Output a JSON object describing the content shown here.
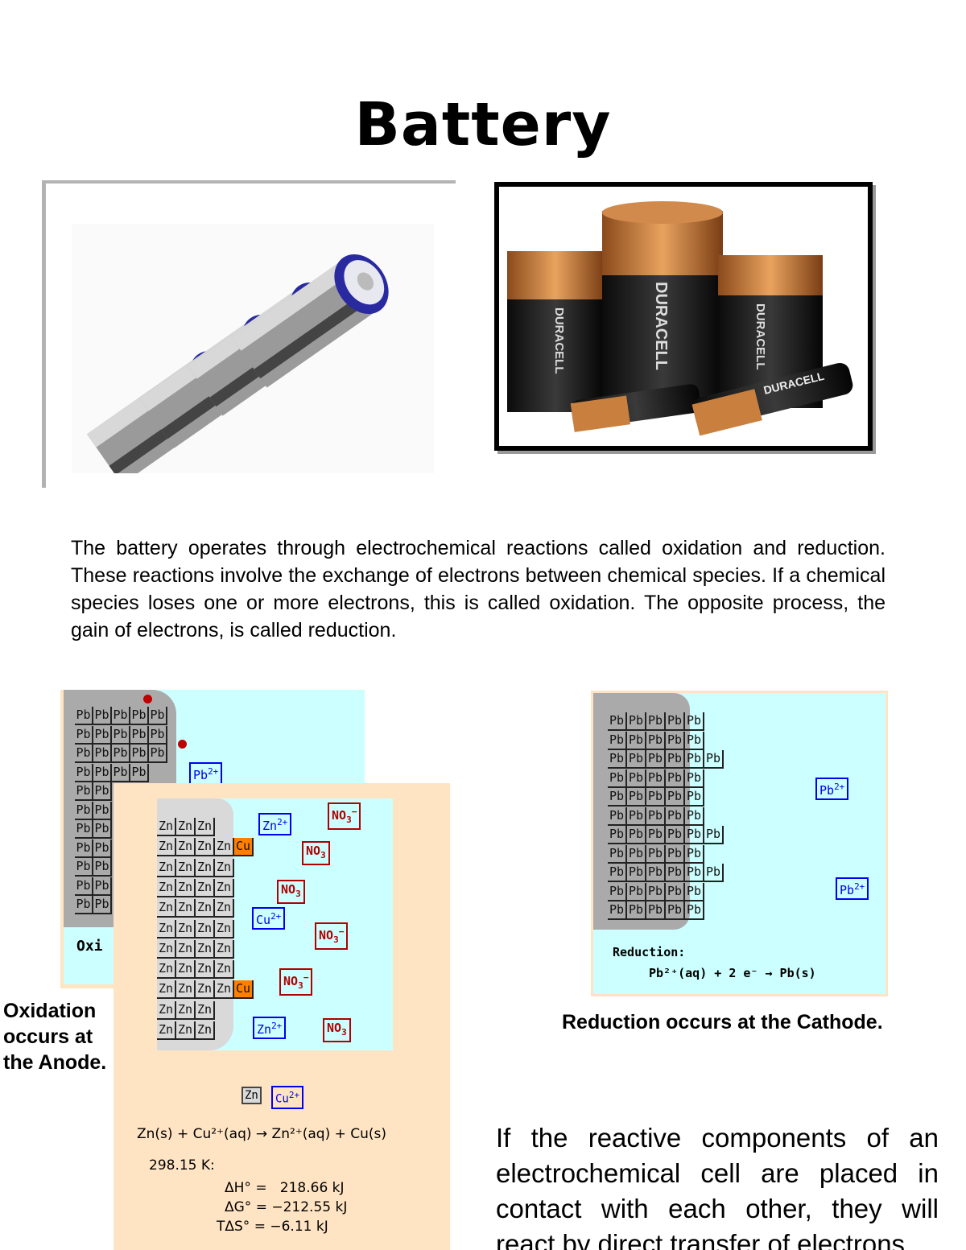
{
  "title": "Battery",
  "paragraph": "The battery operates through electrochemical reactions called oxidation and reduction. These reactions involve the exchange of electrons between chemical species. If a chemical species loses one or more electrons, this is called oxidation. The opposite process, the gain of electrons, is called reduction.",
  "photos": {
    "left": "aa-batteries-photo",
    "right": {
      "brand": "DURACELL"
    }
  },
  "oxidation_diagram": {
    "back_label": "Oxi",
    "pb_ion": {
      "base": "Pb",
      "charge": "2+"
    },
    "zn_ion_top": {
      "base": "Zn",
      "charge": "2+"
    },
    "cu_ion": {
      "base": "Cu",
      "charge": "2+"
    },
    "nitrate": {
      "base": "NO",
      "sub": "3",
      "charge": "−"
    },
    "pb_cell": "Pb",
    "zn_cell": "Zn",
    "cu_cell": "Cu",
    "legend": {
      "zn": "Zn",
      "cu": "Cu",
      "cu_charge": "2+"
    },
    "equation": "Zn(s) + Cu²⁺(aq) → Zn²⁺(aq) + Cu(s)",
    "temperature": "298.15 K:",
    "dH": "ΔH° =   218.66 kJ",
    "dG": "ΔG° = −212.55 kJ",
    "TdS": "TΔS° = −6.11 kJ",
    "caption": "Oxidation occurs at the Anode."
  },
  "reduction_diagram": {
    "pb_ion": {
      "base": "Pb",
      "charge": "2+"
    },
    "pb_cell": "Pb",
    "label": "Reduction:",
    "equation": "Pb²⁺(aq) + 2 e⁻ → Pb(s)",
    "caption": "Reduction occurs at the Cathode."
  },
  "bottom_text": "If the reactive components of an electrochemical cell are placed in contact with each other, they will react by direct transfer of electrons",
  "colors": {
    "solution": "#ccffff",
    "background_panel": "#ffe4c4",
    "electrode": "#c8c8c8",
    "copper": "#ff7f00",
    "cation": "#0000ee",
    "anion": "#b00000"
  }
}
